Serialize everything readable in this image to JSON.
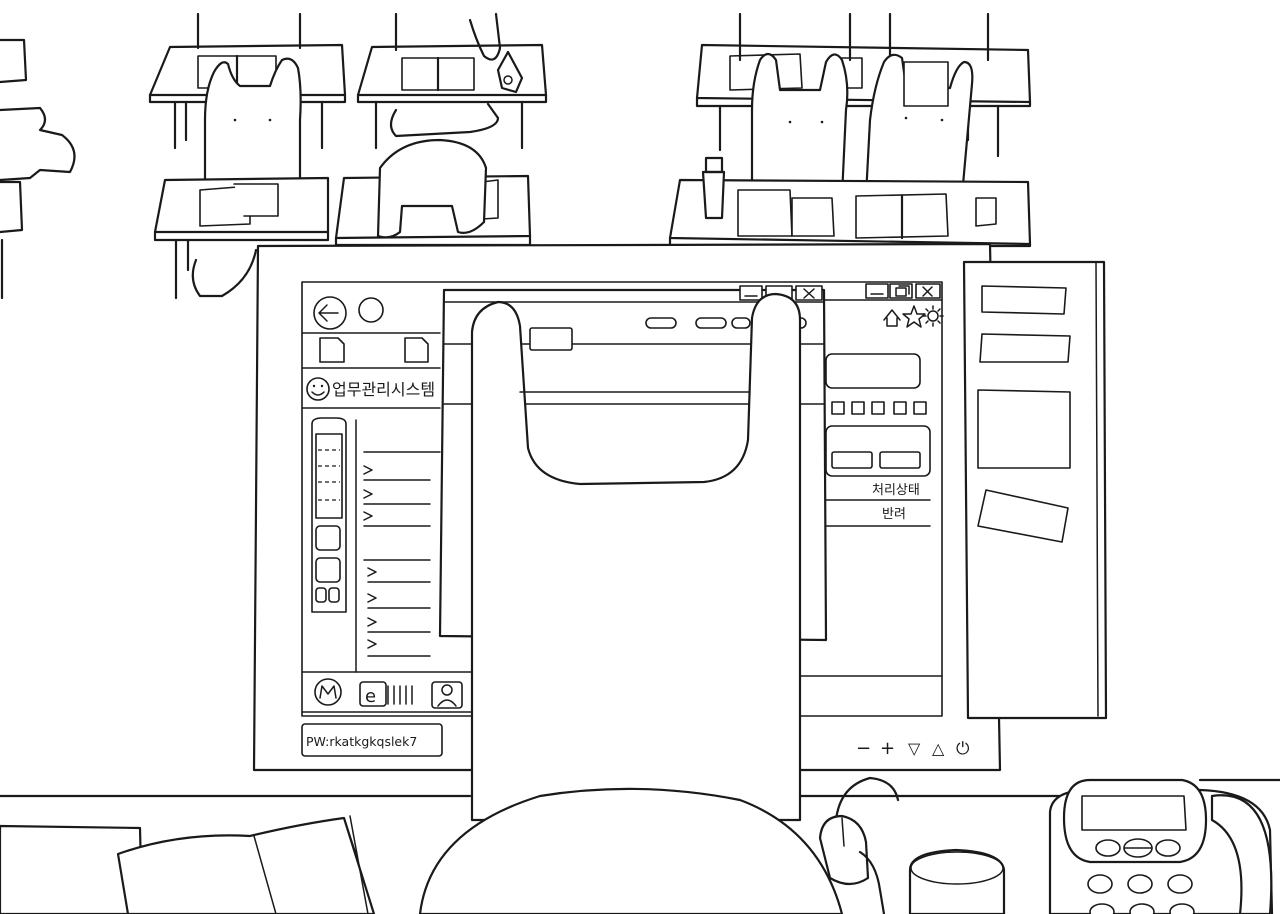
{
  "screen": {
    "app_title": "업무관리시스템",
    "status_label": "처리상태",
    "status_value": "반려",
    "password_note": "PW:rkatkgkqslek7",
    "monitor_controls": [
      "−",
      "+",
      "▽",
      "△",
      "⏻"
    ]
  },
  "icons": {
    "back": "back-arrow-icon",
    "home": "home-icon",
    "star": "star-icon",
    "settings": "gear-icon",
    "smiley": "smiley-icon",
    "taskbar": [
      "messenger-icon",
      "browser-icon",
      "users-icon"
    ]
  }
}
